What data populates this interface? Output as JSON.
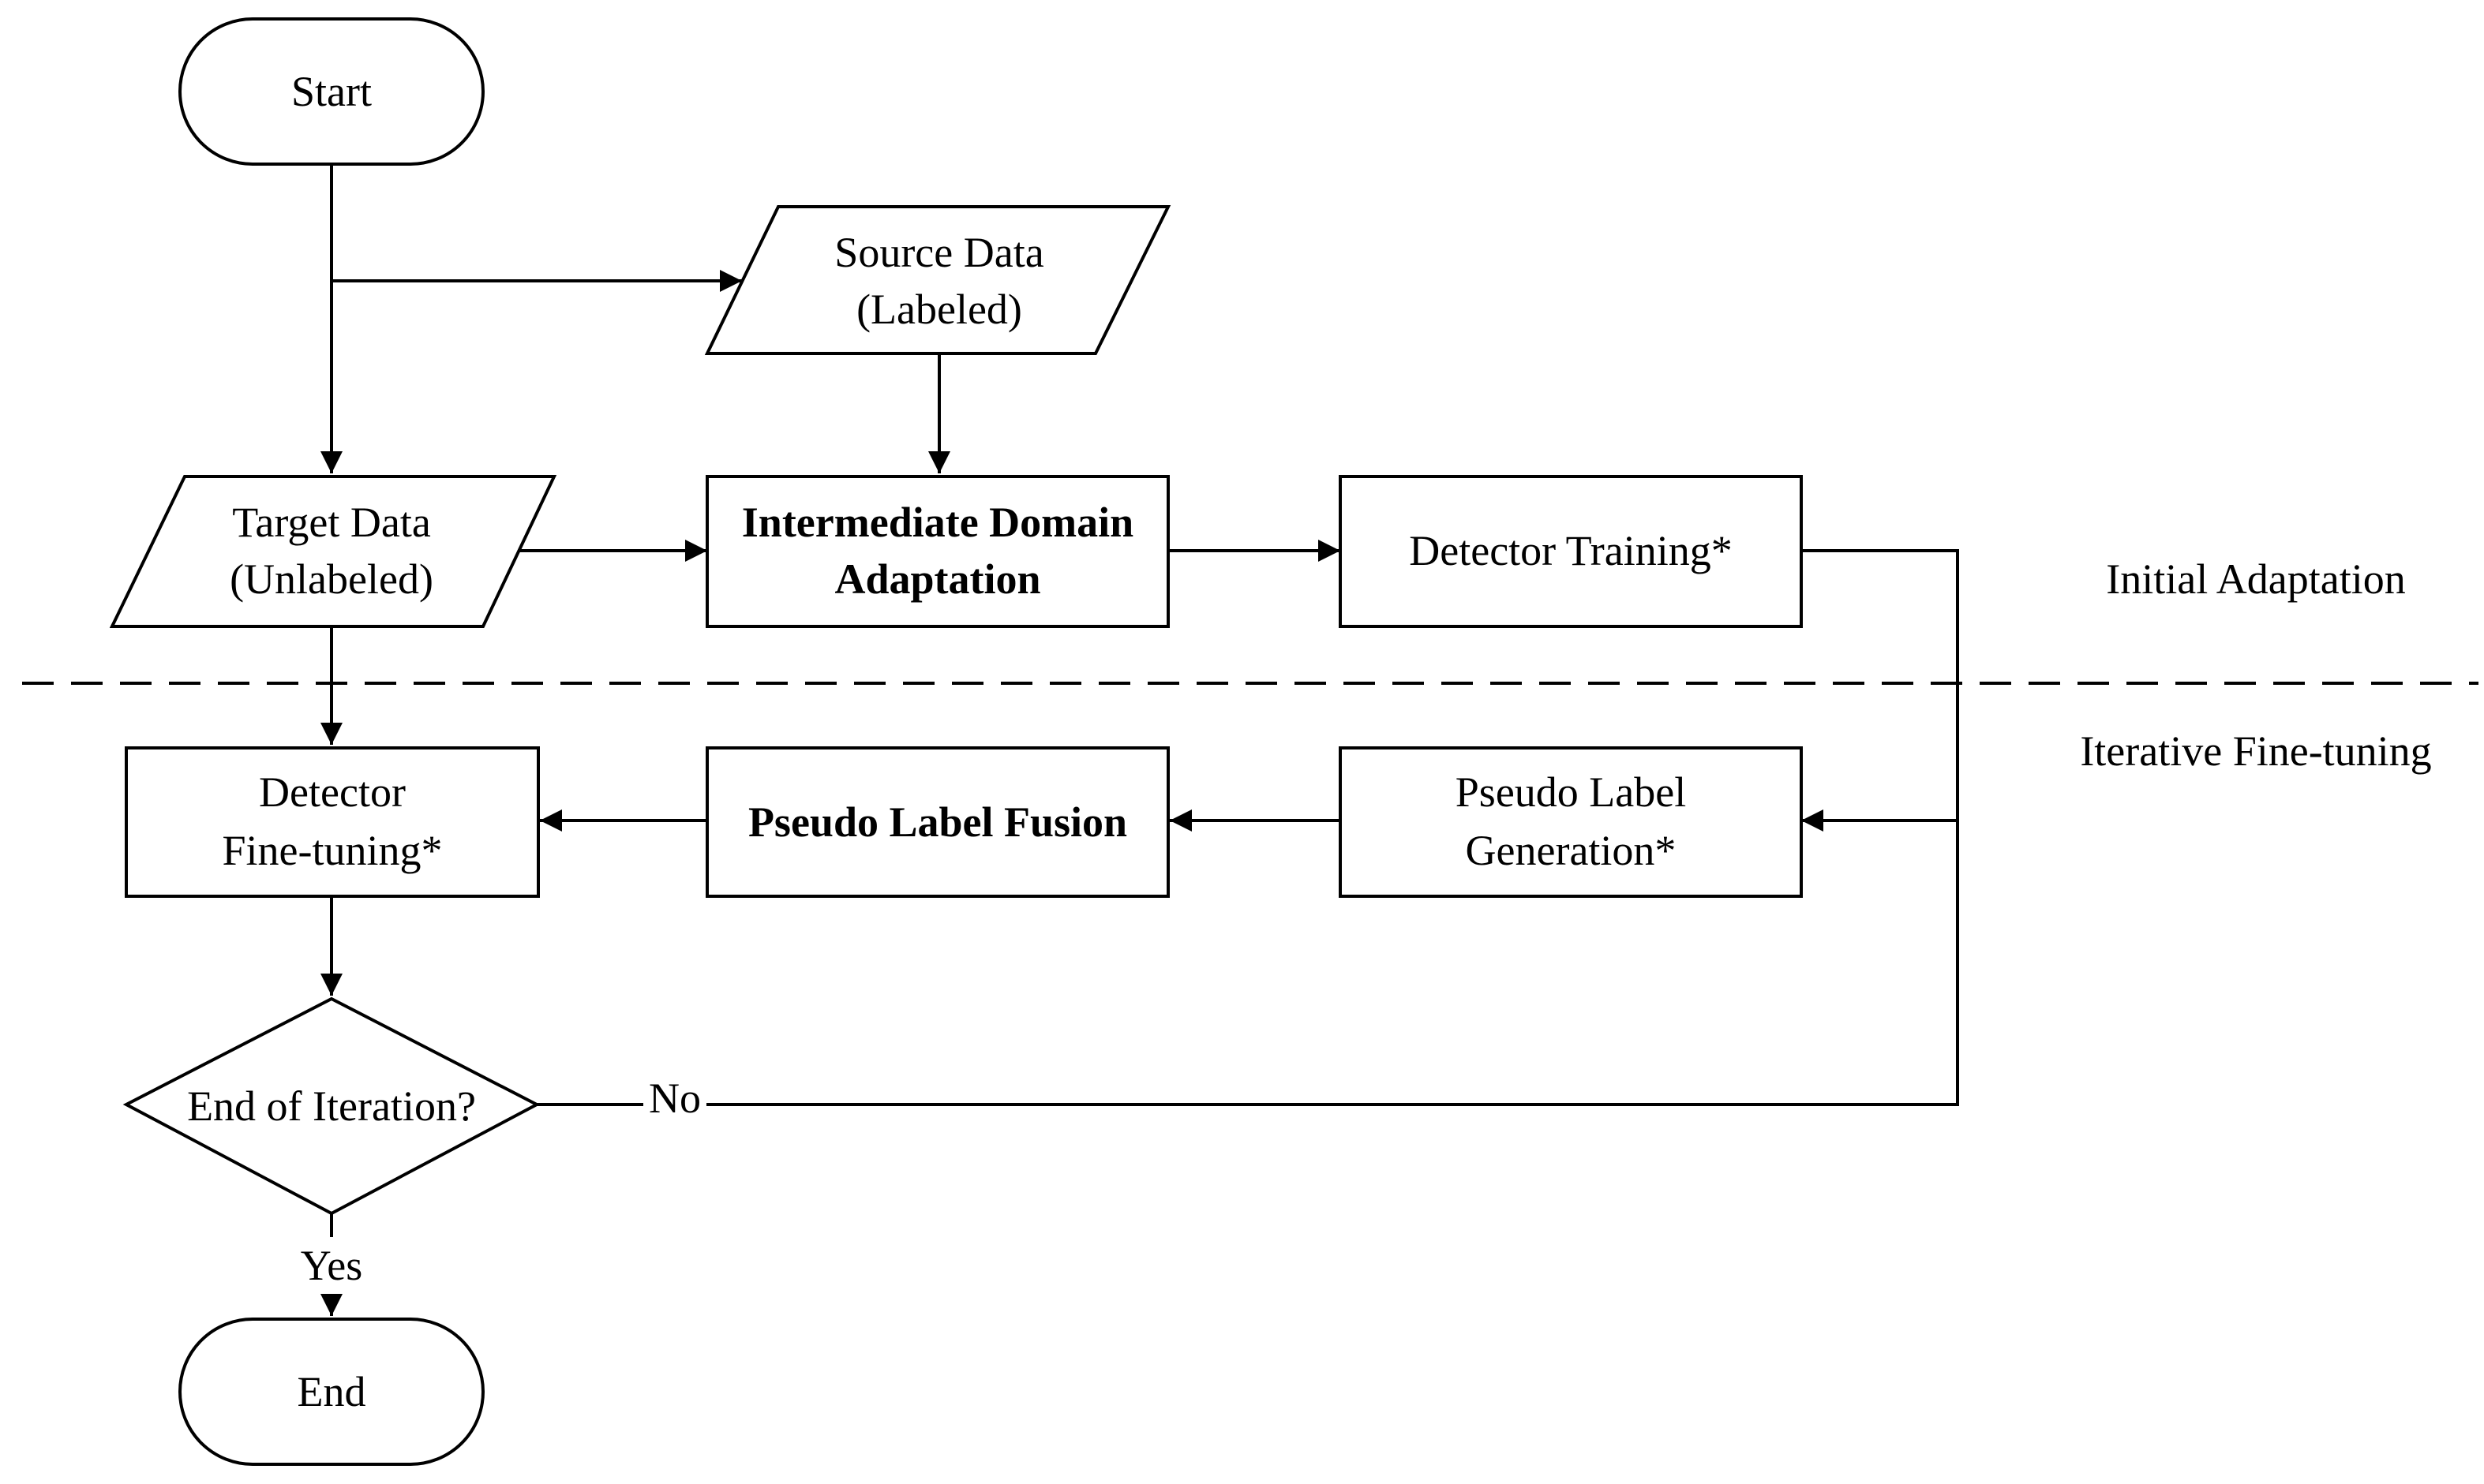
{
  "diagram": {
    "start": "Start",
    "source_data": {
      "line1": "Source Data",
      "line2": "(Labeled)"
    },
    "target_data": {
      "line1": "Target Data",
      "line2": "(Unlabeled)"
    },
    "intermediate": {
      "line1": "Intermediate Domain",
      "line2": "Adaptation"
    },
    "detector_training": "Detector Training*",
    "initial_adaptation": "Initial Adaptation",
    "iterative_finetuning": "Iterative Fine-tuning",
    "detector_finetuning": {
      "line1": "Detector",
      "line2": "Fine-tuning*"
    },
    "pseudo_fusion": "Pseudo Label Fusion",
    "pseudo_generation": {
      "line1": "Pseudo Label",
      "line2": "Generation*"
    },
    "decision": "End of Iteration?",
    "no_label": "No",
    "yes_label": "Yes",
    "end": "End"
  },
  "colors": {
    "stroke": "#000000",
    "background": "#ffffff"
  }
}
